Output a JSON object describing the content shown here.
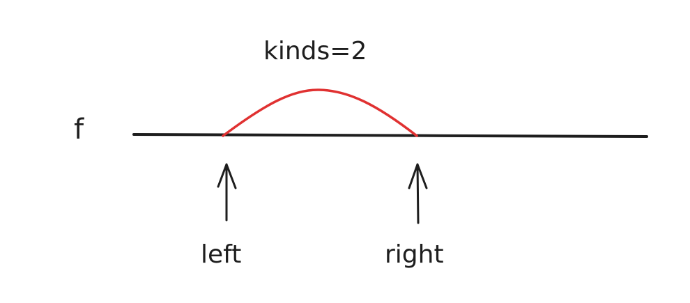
{
  "labels": {
    "array": "f",
    "window_count": "kinds=2",
    "left_pointer": "left",
    "right_pointer": "right"
  },
  "colors": {
    "ink": "#1e1e1e",
    "window_arc": "#e03131",
    "background": "#ffffff"
  }
}
